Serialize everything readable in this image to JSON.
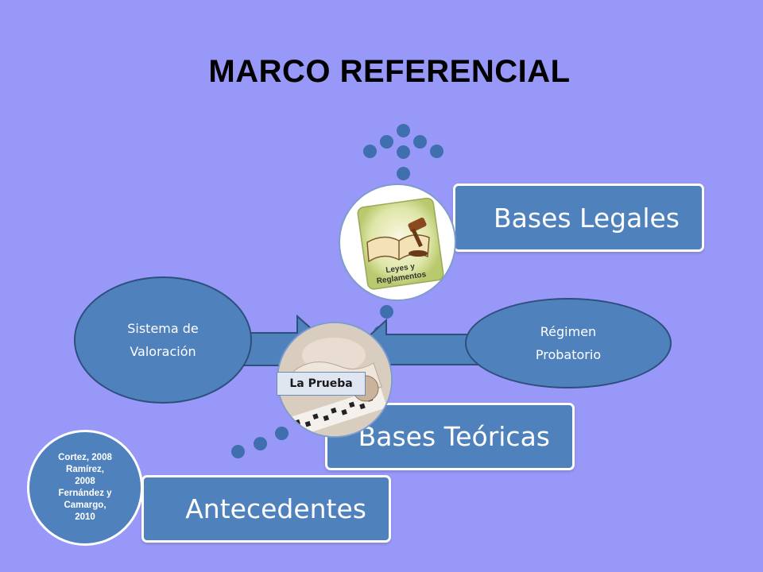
{
  "title": "MARCO REFERENCIAL",
  "boxes": {
    "bases_legales": "Bases Legales",
    "bases_teoricas": "Bases Teóricas",
    "antecedentes": "Antecedentes"
  },
  "center": {
    "label": "La Prueba"
  },
  "ellipses": {
    "sistema_line1": "Sistema de",
    "sistema_line2": "Valoración",
    "regimen_line1": "Régimen",
    "regimen_line2": "Probatorio"
  },
  "image_caption": {
    "line1": "Leyes y",
    "line2": "Reglamentos"
  },
  "citations": {
    "line1": "Cortez, 2008",
    "line2": "Ramírez,",
    "line3": "2008",
    "line4": "Fernández y",
    "line5": "Camargo,",
    "line6": "2010"
  },
  "colors": {
    "background": "#9898f8",
    "shape_fill": "#4f81bd",
    "dots": "#3f6fae"
  }
}
